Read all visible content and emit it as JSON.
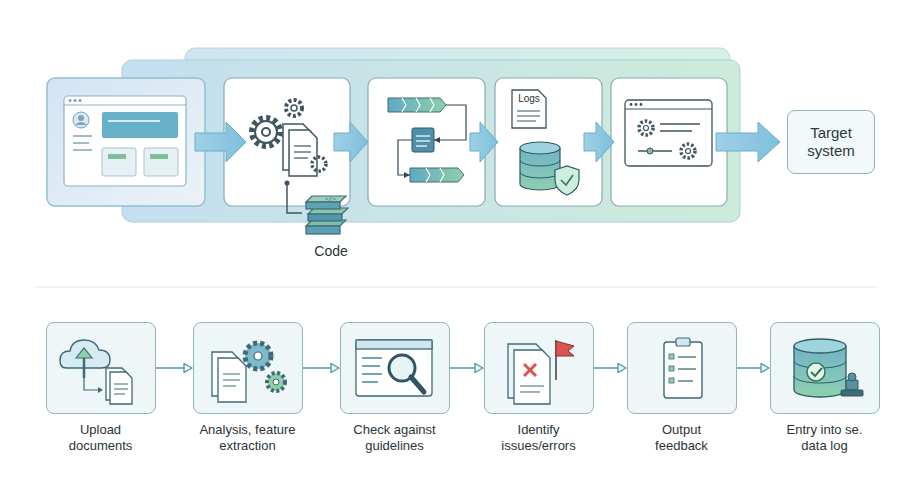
{
  "diagram": {
    "nodes": [
      {
        "text": [
          "Target system"
        ]
      },
      {
        "text": [
          "Upload documents"
        ]
      },
      {
        "text": [
          "Analysis, feature extraction"
        ]
      },
      {
        "text": [
          "Check against guidelines"
        ]
      },
      {
        "text": [
          "Identify issues/errors"
        ]
      },
      {
        "text": [
          "Output feedback"
        ]
      },
      {
        "text": [
          "Entry into se. data log"
        ]
      }
    ],
    "edges": [
      {
        "from": 1,
        "to": 2,
        "arrow": "to"
      },
      {
        "from": 2,
        "to": 3,
        "arrow": "to"
      },
      {
        "from": 3,
        "to": 4,
        "arrow": "to"
      },
      {
        "from": 4,
        "to": 5,
        "arrow": "to"
      },
      {
        "from": 5,
        "to": 6,
        "arrow": "to"
      }
    ],
    "labels": [
      "Code",
      "Logs"
    ]
  }
}
